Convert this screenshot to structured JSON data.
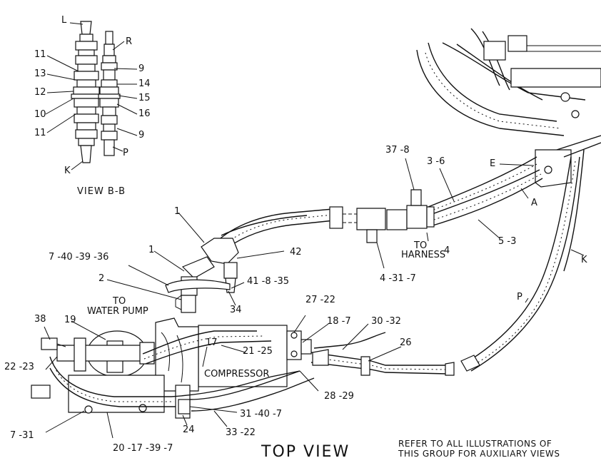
{
  "diagram": {
    "title": "TOP VIEW",
    "note_line1": "REFER TO ALL ILLUSTRATIONS OF",
    "note_line2": "THIS GROUP FOR AUXILIARY VIEWS",
    "view_bb": {
      "caption": "VIEW B-B",
      "labels": {
        "L": "L",
        "R": "R",
        "K": "K",
        "P": "P",
        "n11a": "11",
        "n13": "13",
        "n12": "12",
        "n10": "10",
        "n11b": "11",
        "n9a": "9",
        "n14": "14",
        "n15": "15",
        "n16": "16",
        "n9b": "9"
      }
    },
    "labels": {
      "l37_8": "37 -8",
      "l3_6": "3 -6",
      "lE": "E",
      "lA": "A",
      "l5_3": "5 -3",
      "lK": "K",
      "lP": "P",
      "l1a": "1",
      "l1b": "1",
      "l42": "42",
      "l7_40_39_36": "7 -40 -39 -36",
      "l2": "2",
      "l41_8_35": "41 -8 -35",
      "l34": "34",
      "to_harness_1": "TO",
      "to_harness_2": "HARNESS",
      "l4": "4",
      "l4_31_7": "4 -31 -7",
      "to_water_1": "TO",
      "to_water_2": "WATER PUMP",
      "l38": "38",
      "l19": "19",
      "l27_22": "27 -22",
      "l18_7": "18 -7",
      "l30_32": "30 -32",
      "l26": "26",
      "l22_23": "22 -23",
      "l17": "17",
      "l21_25": "21 -25",
      "compressor": "COMPRESSOR",
      "l28_29": "28 -29",
      "l31_40_7": "31 -40 -7",
      "l7_31": "7 -31",
      "l24": "24",
      "l33_22": "33 -22",
      "l20_17_39_7": "20 -17 -39 -7"
    }
  }
}
